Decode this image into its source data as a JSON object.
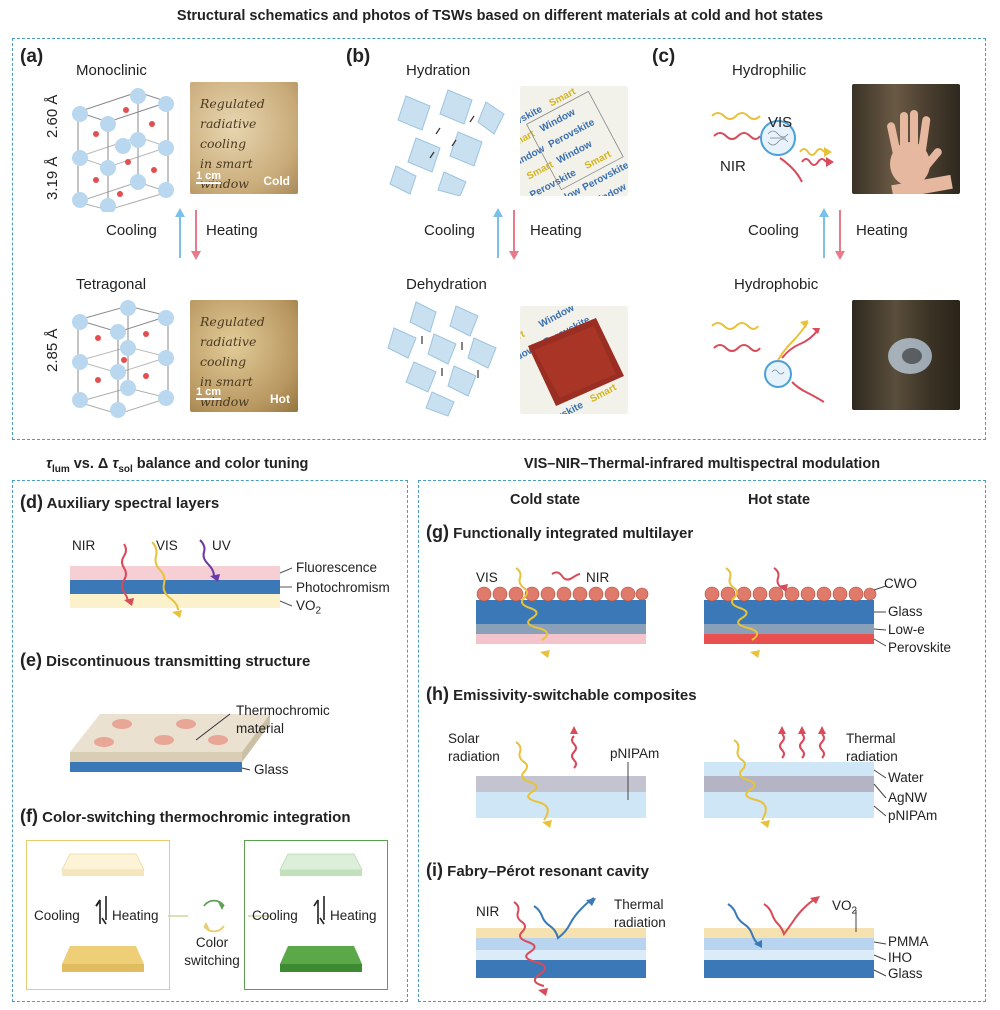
{
  "title": "Structural schematics and photos of TSWs based on different materials at cold and hot states",
  "top": {
    "a": {
      "label": "(a)",
      "top": "Monoclinic",
      "bottom": "Tetragonal",
      "dims_top": [
        "3.19 Å",
        "2.60 Å"
      ],
      "dim_bottom": "2.85 Å",
      "photo_text": [
        "Regulated",
        "radiative cooling",
        "in smart window"
      ],
      "scale": "1 cm",
      "cold": "Cold",
      "hot": "Hot",
      "cooling": "Cooling",
      "heating": "Heating"
    },
    "b": {
      "label": "(b)",
      "top": "Hydration",
      "bottom": "Dehydration",
      "cooling": "Cooling",
      "heating": "Heating",
      "photo_words": [
        "Perovskite",
        "Smart",
        "Window"
      ]
    },
    "c": {
      "label": "(c)",
      "top": "Hydrophilic",
      "bottom": "Hydrophobic",
      "vis": "VIS",
      "nir": "NIR",
      "cooling": "Cooling",
      "heating": "Heating"
    }
  },
  "left_heading": {
    "t1": "τ",
    "s1": "lum",
    "mid": " vs. Δ ",
    "t2": "τ",
    "s2": "sol",
    "rest": " balance and color tuning"
  },
  "right_heading": "VIS–NIR–Thermal-infrared multispectral modulation",
  "d": {
    "label": "(d)",
    "title": "Auxiliary spectral layers",
    "rays": [
      "NIR",
      "VIS",
      "UV"
    ],
    "layers": [
      "Fluorescence",
      "Photochromism",
      "VO",
      "2"
    ]
  },
  "e": {
    "label": "(e)",
    "title": "Discontinuous transmitting structure",
    "layers": [
      "Thermochromic",
      "material",
      "Glass"
    ]
  },
  "f": {
    "label": "(f)",
    "title": "Color-switching thermochromic integration",
    "cooling": "Cooling",
    "heating": "Heating",
    "center": [
      "Color",
      "switching"
    ]
  },
  "states": {
    "cold": "Cold state",
    "hot": "Hot state"
  },
  "g": {
    "label": "(g)",
    "title": "Functionally integrated multilayer",
    "vis": "VIS",
    "nir": "NIR",
    "layers": [
      "CWO",
      "Glass",
      "Low-e",
      "Perovskite"
    ]
  },
  "h": {
    "label": "(h)",
    "title": "Emissivity-switchable composites",
    "solar": [
      "Solar",
      "radiation"
    ],
    "pnipam": "pNIPAm",
    "thermal": [
      "Thermal",
      "radiation"
    ],
    "layers": [
      "Water",
      "AgNW",
      "pNIPAm"
    ]
  },
  "i": {
    "label": "(i)",
    "title": "Fabry–Pérot resonant cavity",
    "nir": "NIR",
    "thermal": [
      "Thermal",
      "radiation"
    ],
    "layers": [
      "VO",
      "2",
      "PMMA",
      "IHO",
      "Glass"
    ]
  },
  "colors": {
    "frame": "#4a9cc0",
    "glass": "#3a78b8",
    "crystal": "#d4e6f4",
    "atom": "#b9d8ef",
    "red_atom": "#e05050",
    "nir": "#d94a5a",
    "vis": "#e8c23a",
    "uv": "#6a3aa8",
    "thermal": "#e0505a",
    "blue_ray": "#3a7ab8"
  }
}
